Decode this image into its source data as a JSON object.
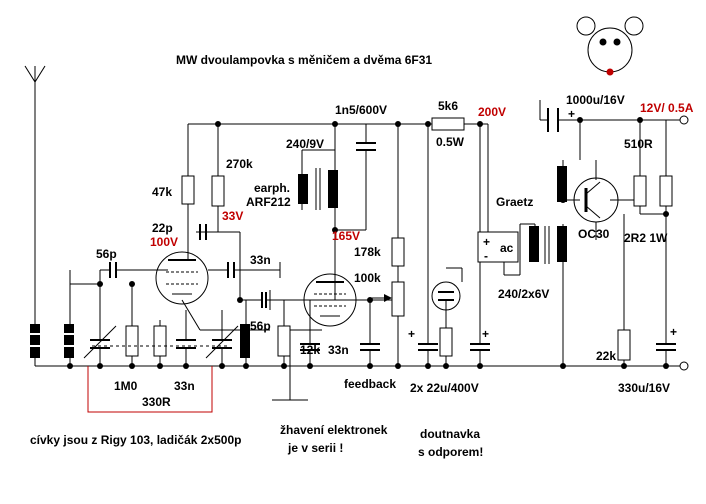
{
  "title": "MW dvoulampovka s měničem a dvěma 6F31",
  "labels": {
    "c_1n5": "1n5/600V",
    "r_5k6": "5k6",
    "v_200": "200V",
    "c_1000u": "1000u/16V",
    "v_12": "12V/ 0.5A",
    "r_270k": "270k",
    "c_240_9v": "240/9V",
    "r_47k": "47k",
    "earph1": "earph.",
    "earph2": "ARF212",
    "r_05w": "0.5W",
    "r_510r": "510R",
    "c_22p": "22p",
    "v_33": "33V",
    "v_100": "100V",
    "graetz": "Graetz",
    "ac": "ac",
    "v_165": "165V",
    "r_178k": "178k",
    "c_56p_l": "56p",
    "c_33n_a": "33n",
    "r_100k": "100k",
    "q_oc30": "OC30",
    "r_2r2": "2R2 1W",
    "t_240_2x6": "240/2x6V",
    "c_56p_r": "56p",
    "r_12k": "12k",
    "c_33n_b": "33n",
    "r_22k": "22k",
    "r_1m0": "1M0",
    "c_33n_c": "33n",
    "r_330r": "330R",
    "feedback": "feedback",
    "c_2x22u": "2x 22u/400V",
    "c_330u": "330u/16V",
    "note_coils": "cívky jsou z Rigy 103, ladičák 2x500p",
    "note_heat1": "žhavení elektronek",
    "note_heat2": "je v serii !",
    "note_neon1": "doutnavka",
    "note_neon2": "s odporem!",
    "plus": "+",
    "minus": "-"
  },
  "colors": {
    "line": "#000000",
    "accent_red": "#c00000",
    "background": "#ffffff"
  }
}
